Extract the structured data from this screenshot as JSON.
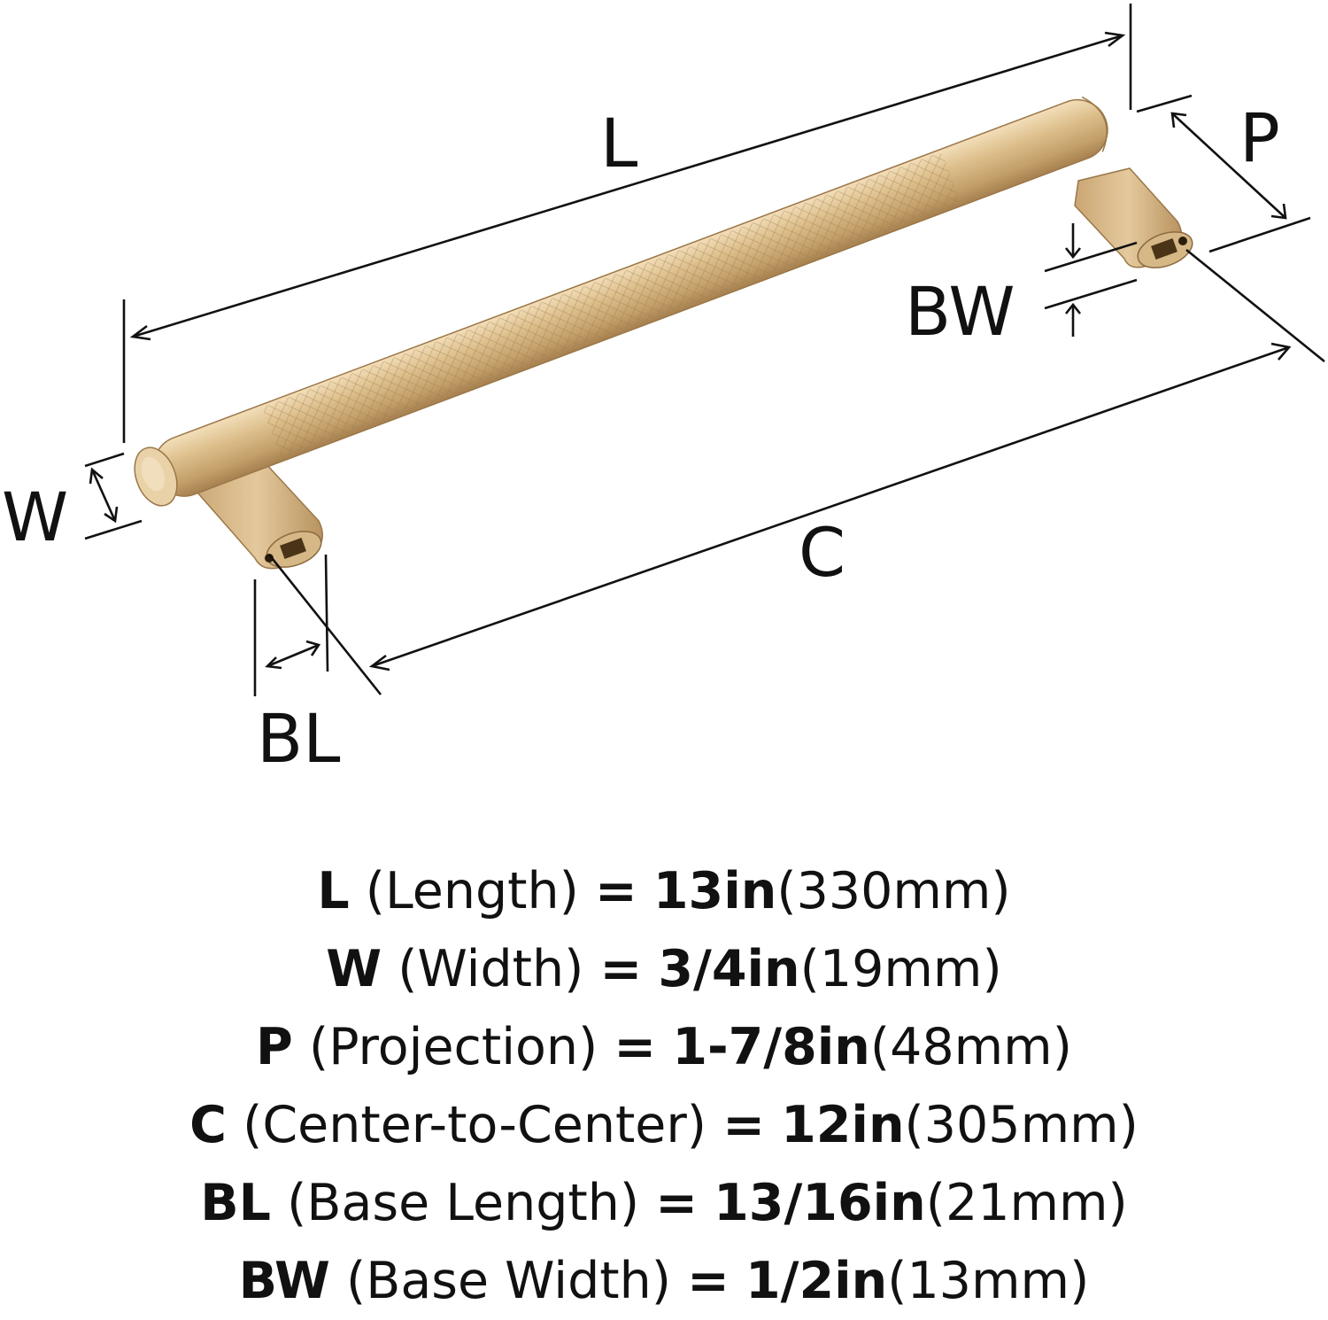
{
  "dimension_labels": {
    "L": "L",
    "P": "P",
    "BW": "BW",
    "W": "W",
    "C": "C",
    "BL": "BL"
  },
  "specs": [
    {
      "code": "L",
      "name": "(Length)",
      "eq": "=",
      "imperial": "13in",
      "metric": "(330mm)"
    },
    {
      "code": "W",
      "name": "(Width)",
      "eq": "=",
      "imperial": "3/4in",
      "metric": "(19mm)"
    },
    {
      "code": "P",
      "name": "(Projection)",
      "eq": "=",
      "imperial": "1-7/8in",
      "metric": "(48mm)"
    },
    {
      "code": "C",
      "name": "(Center-to-Center)",
      "eq": "=",
      "imperial": "12in",
      "metric": "(305mm)"
    },
    {
      "code": "BL",
      "name": "(Base Length)",
      "eq": "=",
      "imperial": "13/16in",
      "metric": "(21mm)"
    },
    {
      "code": "BW",
      "name": "(Base Width)",
      "eq": "=",
      "imperial": "1/2in",
      "metric": "(13mm)"
    }
  ],
  "colors": {
    "brass_light": "#e3c79a",
    "brass_mid": "#c9a46e",
    "brass_dark": "#9a7748",
    "line": "#111111"
  }
}
